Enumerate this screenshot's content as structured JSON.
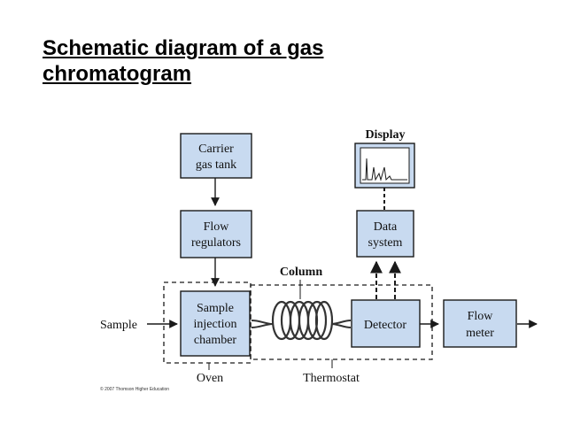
{
  "title": {
    "line1": "Schematic diagram of a gas",
    "line2": "chromatogram"
  },
  "boxes": {
    "carrier": {
      "line1": "Carrier",
      "line2": "gas tank"
    },
    "flow_regulators": {
      "line1": "Flow",
      "line2": "regulators"
    },
    "sample_injection": {
      "line1": "Sample",
      "line2": "injection",
      "line3": "chamber"
    },
    "detector": {
      "label": "Detector"
    },
    "data_system": {
      "line1": "Data",
      "line2": "system"
    },
    "flow_meter": {
      "line1": "Flow",
      "line2": "meter"
    }
  },
  "labels": {
    "display": "Display",
    "column": "Column",
    "sample": "Sample",
    "oven": "Oven",
    "thermostat": "Thermostat",
    "copyright": "© 2007 Thomson Higher Education"
  },
  "colors": {
    "box_fill": "#c8daf0",
    "line": "#1a1a1a"
  }
}
